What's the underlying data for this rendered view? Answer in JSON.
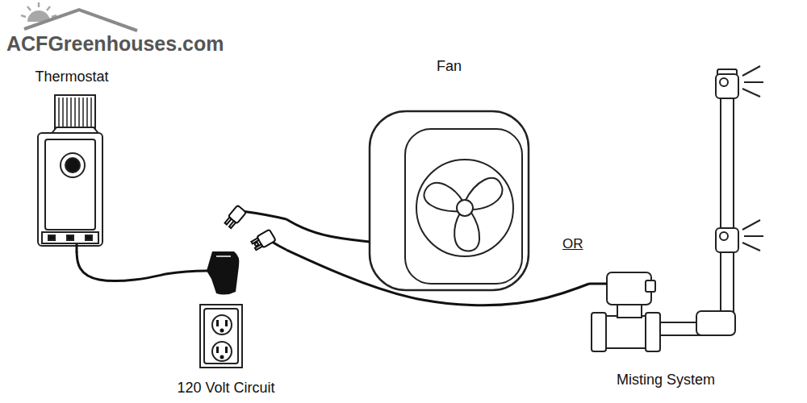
{
  "diagram": {
    "nodes": [
      {
        "text": [
          "Thermostat"
        ]
      },
      {
        "text": [
          "Fan"
        ]
      },
      {
        "text": [
          "120 Volt Circuit"
        ]
      },
      {
        "text": [
          "Misting System"
        ]
      }
    ],
    "edges": [
      {
        "from": 0,
        "to": 2,
        "arrow": "none"
      },
      {
        "from": 1,
        "to": 2,
        "arrow": "none"
      },
      {
        "from": 3,
        "to": 2,
        "arrow": "none"
      }
    ],
    "labels": [
      "ACFGreenhouses.com",
      "OR"
    ]
  }
}
